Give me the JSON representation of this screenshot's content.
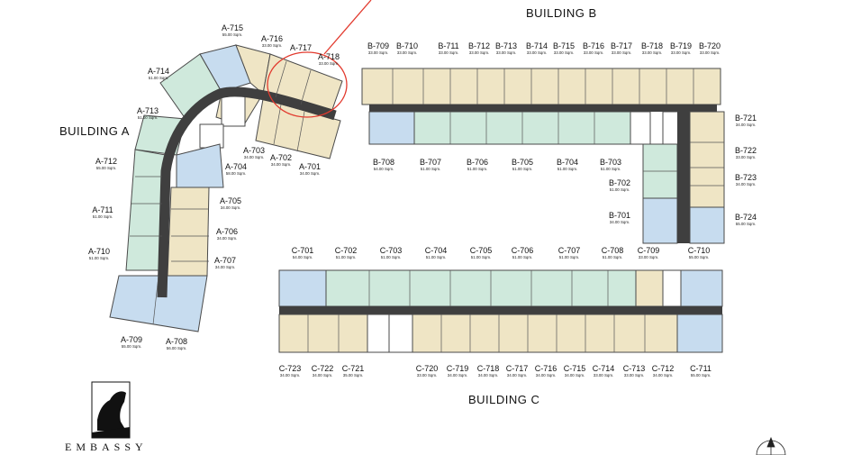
{
  "buildings": {
    "a": "BUILDING A",
    "b": "BUILDING B",
    "c": "BUILDING C"
  },
  "brand": "EMBASSY",
  "colors": {
    "yellow": "#efe5c5",
    "green": "#cfe9dc",
    "blue": "#c7dcef",
    "corridor": "#3f3f3f",
    "wall": "#4a4a4a",
    "highlight": "#e23a2e"
  },
  "units": [
    {
      "id": "A-715",
      "area": "55.00 Sqm."
    },
    {
      "id": "A-716",
      "area": "33.00 Sqm."
    },
    {
      "id": "A-717",
      "area": ""
    },
    {
      "id": "A-718",
      "area": "33.00 Sqm."
    },
    {
      "id": "A-714",
      "area": "51.00 Sqm."
    },
    {
      "id": "A-713",
      "area": "51.00 Sqm."
    },
    {
      "id": "A-703",
      "area": "34.00 Sqm."
    },
    {
      "id": "A-702",
      "area": "34.00 Sqm."
    },
    {
      "id": "A-701",
      "area": "34.00 Sqm."
    },
    {
      "id": "A-712",
      "area": "55.00 Sqm."
    },
    {
      "id": "A-704",
      "area": "58.00 Sqm."
    },
    {
      "id": "A-705",
      "area": "34.00 Sqm."
    },
    {
      "id": "A-711",
      "area": "51.00 Sqm."
    },
    {
      "id": "A-706",
      "area": "34.00 Sqm."
    },
    {
      "id": "A-710",
      "area": "51.00 Sqm."
    },
    {
      "id": "A-707",
      "area": "34.00 Sqm."
    },
    {
      "id": "A-709",
      "area": "55.00 Sqm."
    },
    {
      "id": "A-708",
      "area": "56.00 Sqm."
    },
    {
      "id": "B-709",
      "area": "33.00 Sqm."
    },
    {
      "id": "B-710",
      "area": "33.00 Sqm."
    },
    {
      "id": "B-711",
      "area": "33.00 Sqm."
    },
    {
      "id": "B-712",
      "area": "33.00 Sqm."
    },
    {
      "id": "B-713",
      "area": "33.00 Sqm."
    },
    {
      "id": "B-714",
      "area": "33.00 Sqm."
    },
    {
      "id": "B-715",
      "area": "33.00 Sqm."
    },
    {
      "id": "B-716",
      "area": "33.00 Sqm."
    },
    {
      "id": "B-717",
      "area": "33.00 Sqm."
    },
    {
      "id": "B-718",
      "area": "33.00 Sqm."
    },
    {
      "id": "B-719",
      "area": "33.00 Sqm."
    },
    {
      "id": "B-720",
      "area": "33.00 Sqm."
    },
    {
      "id": "B-721",
      "area": "34.00 Sqm."
    },
    {
      "id": "B-722",
      "area": "33.00 Sqm."
    },
    {
      "id": "B-723",
      "area": "34.00 Sqm."
    },
    {
      "id": "B-724",
      "area": "55.00 Sqm."
    },
    {
      "id": "B-708",
      "area": "54.00 Sqm."
    },
    {
      "id": "B-707",
      "area": "51.00 Sqm."
    },
    {
      "id": "B-706",
      "area": "51.00 Sqm."
    },
    {
      "id": "B-705",
      "area": "51.00 Sqm."
    },
    {
      "id": "B-704",
      "area": "51.00 Sqm."
    },
    {
      "id": "B-703",
      "area": "51.00 Sqm."
    },
    {
      "id": "B-702",
      "area": "51.00 Sqm."
    },
    {
      "id": "B-701",
      "area": "34.00 Sqm."
    },
    {
      "id": "C-701",
      "area": "54.00 Sqm."
    },
    {
      "id": "C-702",
      "area": "51.00 Sqm."
    },
    {
      "id": "C-703",
      "area": "51.00 Sqm."
    },
    {
      "id": "C-704",
      "area": "51.00 Sqm."
    },
    {
      "id": "C-705",
      "area": "51.00 Sqm."
    },
    {
      "id": "C-706",
      "area": "51.00 Sqm."
    },
    {
      "id": "C-707",
      "area": "51.00 Sqm."
    },
    {
      "id": "C-708",
      "area": "51.00 Sqm."
    },
    {
      "id": "C-709",
      "area": "33.00 Sqm."
    },
    {
      "id": "C-710",
      "area": "55.00 Sqm."
    },
    {
      "id": "C-723",
      "area": "34.00 Sqm."
    },
    {
      "id": "C-722",
      "area": "34.00 Sqm."
    },
    {
      "id": "C-721",
      "area": "35.00 Sqm."
    },
    {
      "id": "C-720",
      "area": "33.00 Sqm."
    },
    {
      "id": "C-719",
      "area": "34.00 Sqm."
    },
    {
      "id": "C-718",
      "area": "34.00 Sqm."
    },
    {
      "id": "C-717",
      "area": "34.00 Sqm."
    },
    {
      "id": "C-716",
      "area": "34.00 Sqm."
    },
    {
      "id": "C-715",
      "area": "34.00 Sqm."
    },
    {
      "id": "C-714",
      "area": "33.00 Sqm."
    },
    {
      "id": "C-713",
      "area": "33.00 Sqm."
    },
    {
      "id": "C-712",
      "area": "34.00 Sqm."
    },
    {
      "id": "C-711",
      "area": "55.00 Sqm."
    }
  ]
}
